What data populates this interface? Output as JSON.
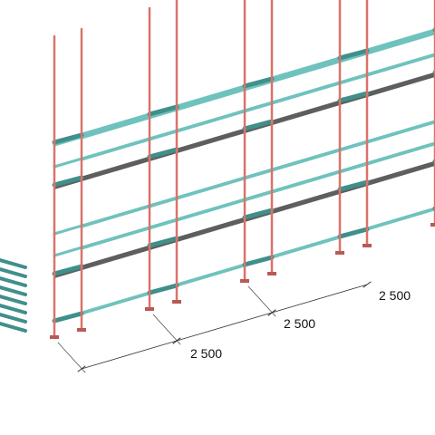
{
  "diagram": {
    "dimensions": [
      {
        "label": "2 500"
      },
      {
        "label": "2 500"
      },
      {
        "label": "2 500"
      }
    ],
    "colors": {
      "background": "#ffffff",
      "post": "#d9736b",
      "post_dark": "#b85a54",
      "rail": "#6fc2bd",
      "rail_dark": "#3f8f8a",
      "deck_top": "#8a8a8a",
      "deck_side": "#5e5e5e",
      "dimension_line": "#333333",
      "dimension_text": "#111111"
    },
    "icons": [
      "stacked-planks-icon"
    ]
  }
}
